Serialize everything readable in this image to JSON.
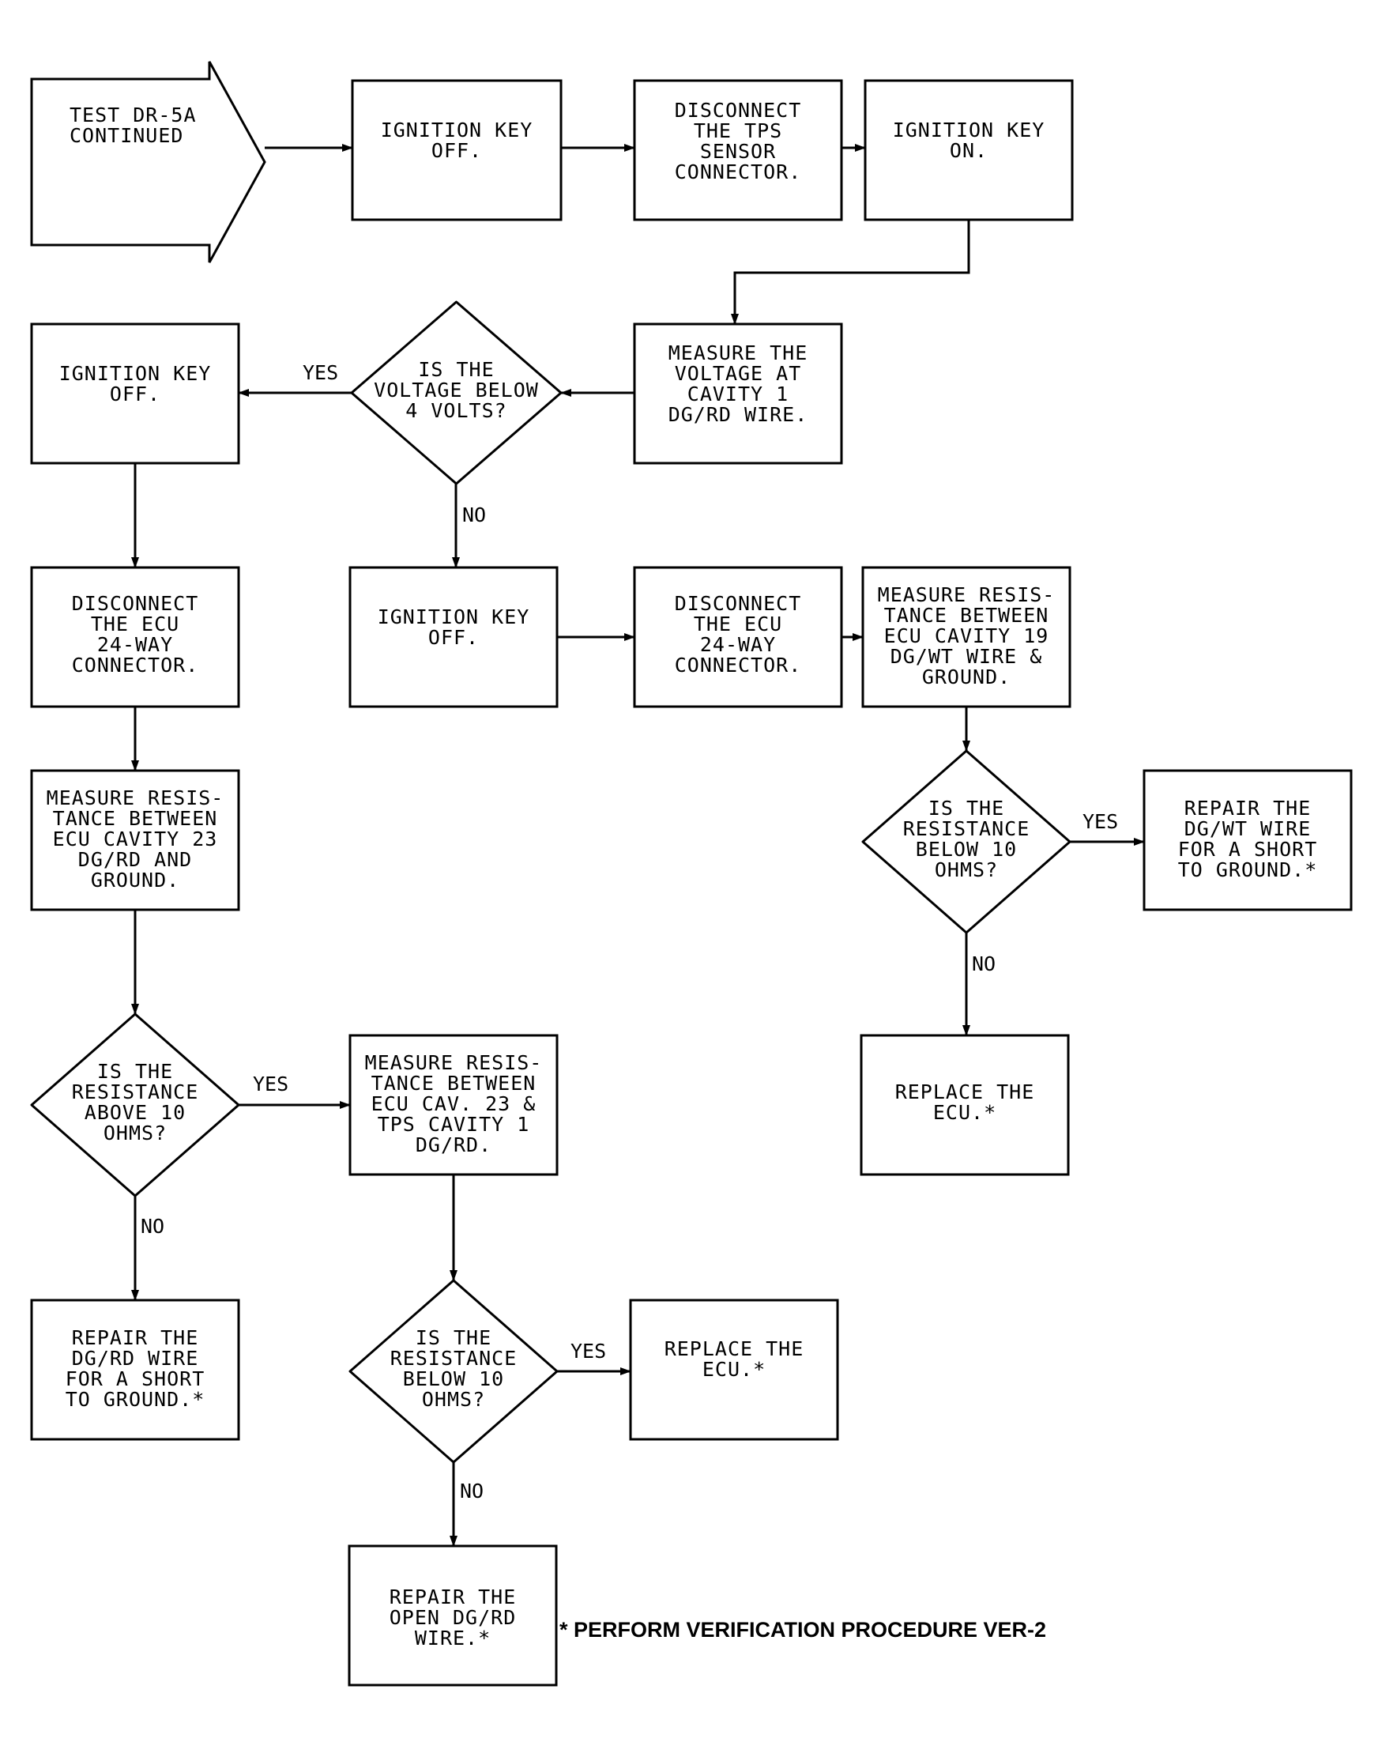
{
  "flowchart": {
    "nodes": {
      "start": {
        "shape": "arrow",
        "lines": [
          "TEST DR-5A",
          "CONTINUED"
        ]
      },
      "ign_off_1": {
        "shape": "process",
        "lines": [
          "IGNITION KEY",
          "OFF."
        ]
      },
      "disc_tps": {
        "shape": "process",
        "lines": [
          "DISCONNECT",
          "THE TPS",
          "SENSOR",
          "CONNECTOR."
        ]
      },
      "ign_on": {
        "shape": "process",
        "lines": [
          "IGNITION KEY",
          "ON."
        ]
      },
      "meas_volt": {
        "shape": "process",
        "lines": [
          "MEASURE THE",
          "VOLTAGE AT",
          "CAVITY 1",
          "DG/RD WIRE."
        ]
      },
      "dec_volt": {
        "shape": "decision",
        "lines": [
          "IS THE",
          "VOLTAGE BELOW",
          "4 VOLTS?"
        ]
      },
      "ign_off_2": {
        "shape": "process",
        "lines": [
          "IGNITION KEY",
          "OFF."
        ]
      },
      "disc_ecu_1": {
        "shape": "process",
        "lines": [
          "DISCONNECT",
          "THE ECU",
          "24-WAY",
          "CONNECTOR."
        ]
      },
      "meas_res_23": {
        "shape": "process",
        "lines": [
          "MEASURE RESIS-",
          "TANCE BETWEEN",
          "ECU CAVITY 23",
          "DG/RD AND",
          "GROUND."
        ]
      },
      "dec_above10": {
        "shape": "decision",
        "lines": [
          "IS THE",
          "RESISTANCE",
          "ABOVE 10",
          "OHMS?"
        ]
      },
      "repair_dgrd_short": {
        "shape": "process",
        "lines": [
          "REPAIR THE",
          "DG/RD WIRE",
          "FOR A SHORT",
          "TO GROUND.*"
        ]
      },
      "meas_res_cav23_tps": {
        "shape": "process",
        "lines": [
          "MEASURE RESIS-",
          "TANCE BETWEEN",
          "ECU CAV. 23 &",
          "TPS CAVITY 1",
          "DG/RD."
        ]
      },
      "dec_below10_b": {
        "shape": "decision",
        "lines": [
          "IS THE",
          "RESISTANCE",
          "BELOW 10",
          "OHMS?"
        ]
      },
      "replace_ecu_b": {
        "shape": "process",
        "lines": [
          "REPLACE THE",
          "ECU.*"
        ]
      },
      "repair_open": {
        "shape": "process",
        "lines": [
          "REPAIR THE",
          "OPEN DG/RD",
          "WIRE.*"
        ]
      },
      "ign_off_3": {
        "shape": "process",
        "lines": [
          "IGNITION KEY",
          "OFF."
        ]
      },
      "disc_ecu_2": {
        "shape": "process",
        "lines": [
          "DISCONNECT",
          "THE ECU",
          "24-WAY",
          "CONNECTOR."
        ]
      },
      "meas_res_19": {
        "shape": "process",
        "lines": [
          "MEASURE RESIS-",
          "TANCE BETWEEN",
          "ECU CAVITY 19",
          "DG/WT WIRE &",
          "GROUND."
        ]
      },
      "dec_below10_a": {
        "shape": "decision",
        "lines": [
          "IS THE",
          "RESISTANCE",
          "BELOW 10",
          "OHMS?"
        ]
      },
      "repair_dgwt_short": {
        "shape": "process",
        "lines": [
          "REPAIR THE",
          "DG/WT WIRE",
          "FOR A SHORT",
          "TO GROUND.*"
        ]
      },
      "replace_ecu_a": {
        "shape": "process",
        "lines": [
          "REPLACE THE",
          "ECU.*"
        ]
      }
    },
    "edges": [
      {
        "from": "start",
        "to": "ign_off_1",
        "label": ""
      },
      {
        "from": "ign_off_1",
        "to": "disc_tps",
        "label": ""
      },
      {
        "from": "disc_tps",
        "to": "ign_on",
        "label": ""
      },
      {
        "from": "ign_on",
        "to": "meas_volt",
        "label": ""
      },
      {
        "from": "meas_volt",
        "to": "dec_volt",
        "label": ""
      },
      {
        "from": "dec_volt",
        "to": "ign_off_2",
        "label": "YES"
      },
      {
        "from": "dec_volt",
        "to": "ign_off_3",
        "label": "NO"
      },
      {
        "from": "ign_off_2",
        "to": "disc_ecu_1",
        "label": ""
      },
      {
        "from": "disc_ecu_1",
        "to": "meas_res_23",
        "label": ""
      },
      {
        "from": "meas_res_23",
        "to": "dec_above10",
        "label": ""
      },
      {
        "from": "dec_above10",
        "to": "meas_res_cav23_tps",
        "label": "YES"
      },
      {
        "from": "dec_above10",
        "to": "repair_dgrd_short",
        "label": "NO"
      },
      {
        "from": "meas_res_cav23_tps",
        "to": "dec_below10_b",
        "label": ""
      },
      {
        "from": "dec_below10_b",
        "to": "replace_ecu_b",
        "label": "YES"
      },
      {
        "from": "dec_below10_b",
        "to": "repair_open",
        "label": "NO"
      },
      {
        "from": "ign_off_3",
        "to": "disc_ecu_2",
        "label": ""
      },
      {
        "from": "disc_ecu_2",
        "to": "meas_res_19",
        "label": ""
      },
      {
        "from": "meas_res_19",
        "to": "dec_below10_a",
        "label": ""
      },
      {
        "from": "dec_below10_a",
        "to": "repair_dgwt_short",
        "label": "YES"
      },
      {
        "from": "dec_below10_a",
        "to": "replace_ecu_a",
        "label": "NO"
      }
    ]
  },
  "footnote": "* PERFORM VERIFICATION PROCEDURE VER-2"
}
